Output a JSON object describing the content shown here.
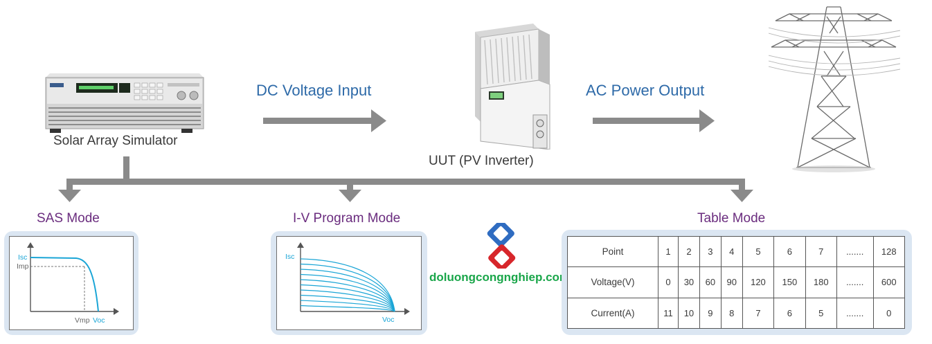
{
  "devices": {
    "simulator_label": "Solar Array Simulator",
    "inverter_label": "UUT (PV Inverter)"
  },
  "flow": {
    "dc_label": "DC Voltage Input",
    "ac_label": "AC Power Output"
  },
  "modes": {
    "sas": {
      "title": "SAS Mode",
      "isc": "Isc",
      "imp": "Imp",
      "vmp": "Vmp",
      "voc": "Voc"
    },
    "iv": {
      "title": "I-V Program Mode",
      "isc": "Isc",
      "voc": "Voc"
    },
    "table": {
      "title": "Table Mode",
      "rows": [
        {
          "label": "Point",
          "cells": [
            "1",
            "2",
            "3",
            "4",
            "5",
            "6",
            "7",
            ".......",
            "128"
          ]
        },
        {
          "label": "Voltage(V)",
          "cells": [
            "0",
            "30",
            "60",
            "90",
            "120",
            "150",
            "180",
            ".......",
            "600"
          ]
        },
        {
          "label": "Current(A)",
          "cells": [
            "11",
            "10",
            "9",
            "8",
            "7",
            "6",
            "5",
            ".......",
            "0"
          ]
        }
      ]
    }
  },
  "watermark": {
    "text": "doluongcongnghiep.com"
  },
  "colors": {
    "arrow": "#8a8a8a",
    "curve": "#1aa5d6",
    "title_blue": "#2e6aa8",
    "title_purple": "#6a2c7e",
    "panel_bg": "#dbe6f2"
  }
}
